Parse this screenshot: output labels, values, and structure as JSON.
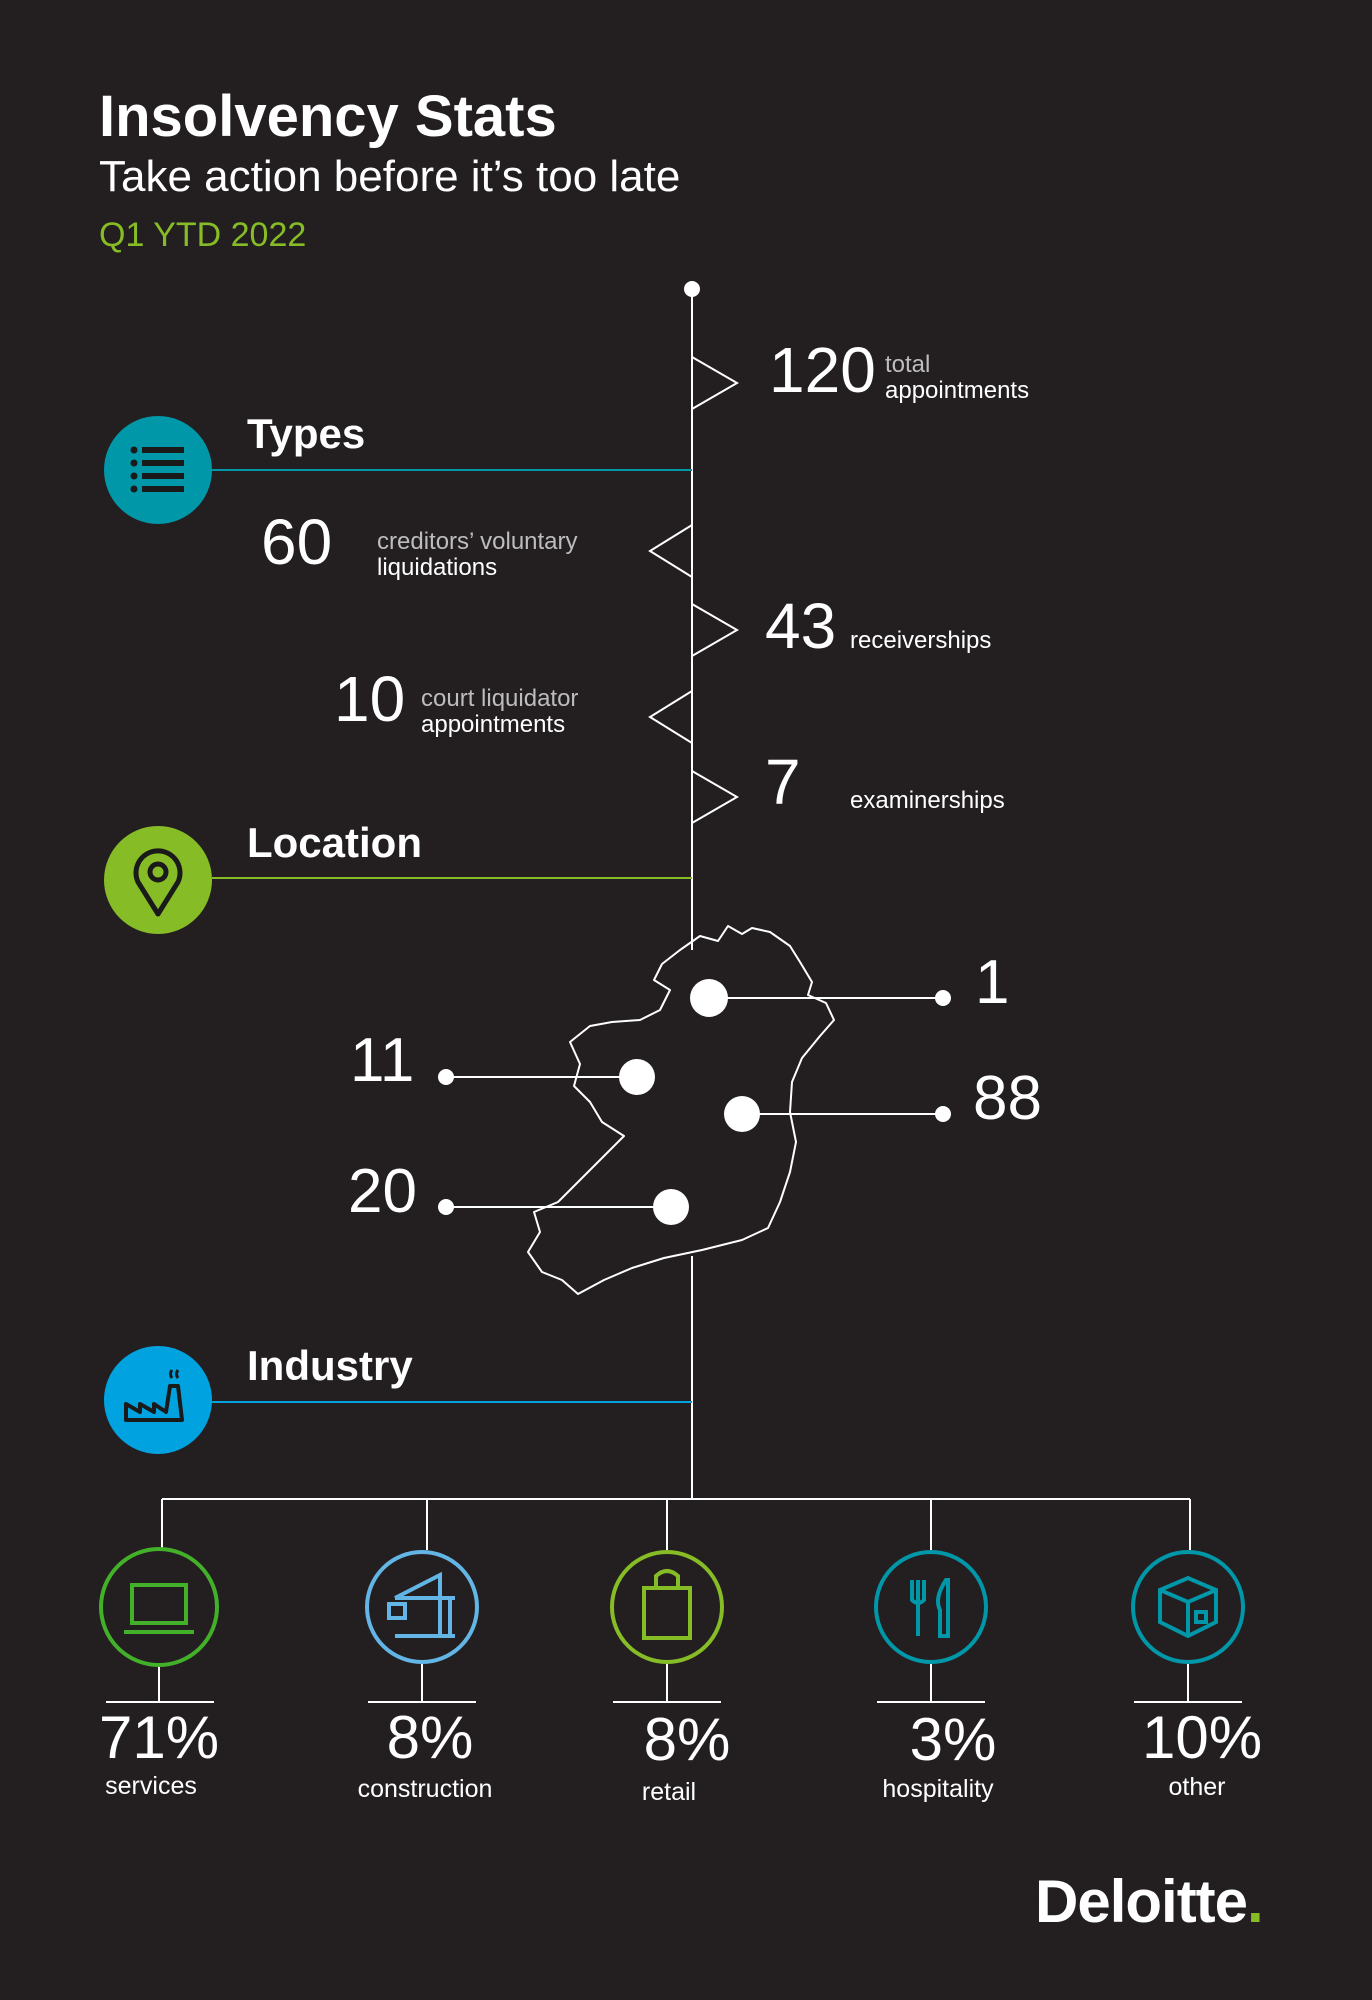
{
  "header": {
    "title": "Insolvency Stats",
    "subtitle": "Take action before it’s too late",
    "period": "Q1 YTD 2022"
  },
  "types": {
    "section_label": "Types",
    "total": {
      "value": "120",
      "label_line1": "total",
      "label_line2": "appointments"
    },
    "items": [
      {
        "value": "60",
        "label_line1": "creditors’ voluntary",
        "label_line2": "liquidations"
      },
      {
        "value": "43",
        "label_line1": "receiverships"
      },
      {
        "value": "10",
        "label_line1": "court liquidator",
        "label_line2": "appointments"
      },
      {
        "value": "7",
        "label_line1": "examinerships"
      }
    ]
  },
  "location": {
    "section_label": "Location",
    "regions": [
      {
        "value": "1",
        "position": "north"
      },
      {
        "value": "11",
        "position": "west"
      },
      {
        "value": "88",
        "position": "east"
      },
      {
        "value": "20",
        "position": "south"
      }
    ]
  },
  "industry": {
    "section_label": "Industry",
    "items": [
      {
        "value": "71%",
        "label": "services",
        "icon": "laptop-icon",
        "color": "#43b02a"
      },
      {
        "value": "8%",
        "label": "construction",
        "icon": "crane-icon",
        "color": "#62b5e5"
      },
      {
        "value": "8%",
        "label": "retail",
        "icon": "shopping-bag-icon",
        "color": "#86bc25"
      },
      {
        "value": "3%",
        "label": "hospitality",
        "icon": "fork-knife-icon",
        "color": "#0097a9"
      },
      {
        "value": "10%",
        "label": "other",
        "icon": "box-icon",
        "color": "#0097a9"
      }
    ]
  },
  "colors": {
    "background": "#231f20",
    "types": "#0097a9",
    "location": "#86bc25",
    "industry": "#00a3e0"
  },
  "footer": {
    "logo_text": "Deloitte",
    "logo_dot": "."
  }
}
